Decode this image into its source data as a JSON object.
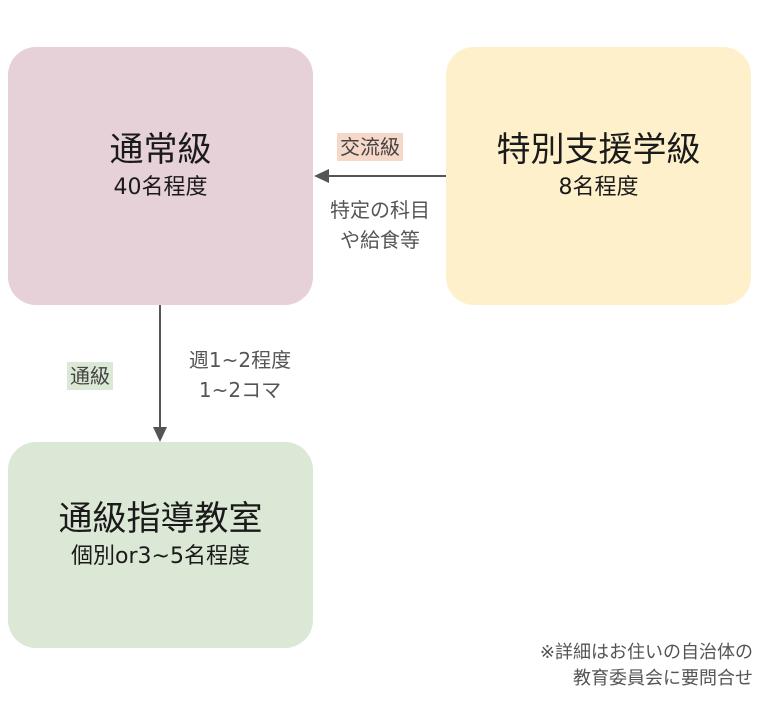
{
  "regular_class": {
    "title": "通常級",
    "sub": "40名程度"
  },
  "special_class": {
    "title": "特別支援学級",
    "sub": "8名程度"
  },
  "tsukyu_room": {
    "title": "通級指導教室",
    "sub": "個別or3~5名程度"
  },
  "exchange": {
    "tag": "交流級",
    "note_line1": "特定の科目",
    "note_line2": "や給食等"
  },
  "tsukyu": {
    "tag": "通級",
    "note_line1": "週1~2程度",
    "note_line2": "1~2コマ"
  },
  "footnote": {
    "line1": "※詳細はお住いの自治体の",
    "line2": "教育委員会に要問合せ"
  },
  "colors": {
    "regular_bg": "#e6d1d9",
    "special_bg": "#fff0cc",
    "tsukyu_bg": "#dbe8d5",
    "exchange_tag_bg": "#f6d8c9",
    "arrow": "#555555"
  }
}
